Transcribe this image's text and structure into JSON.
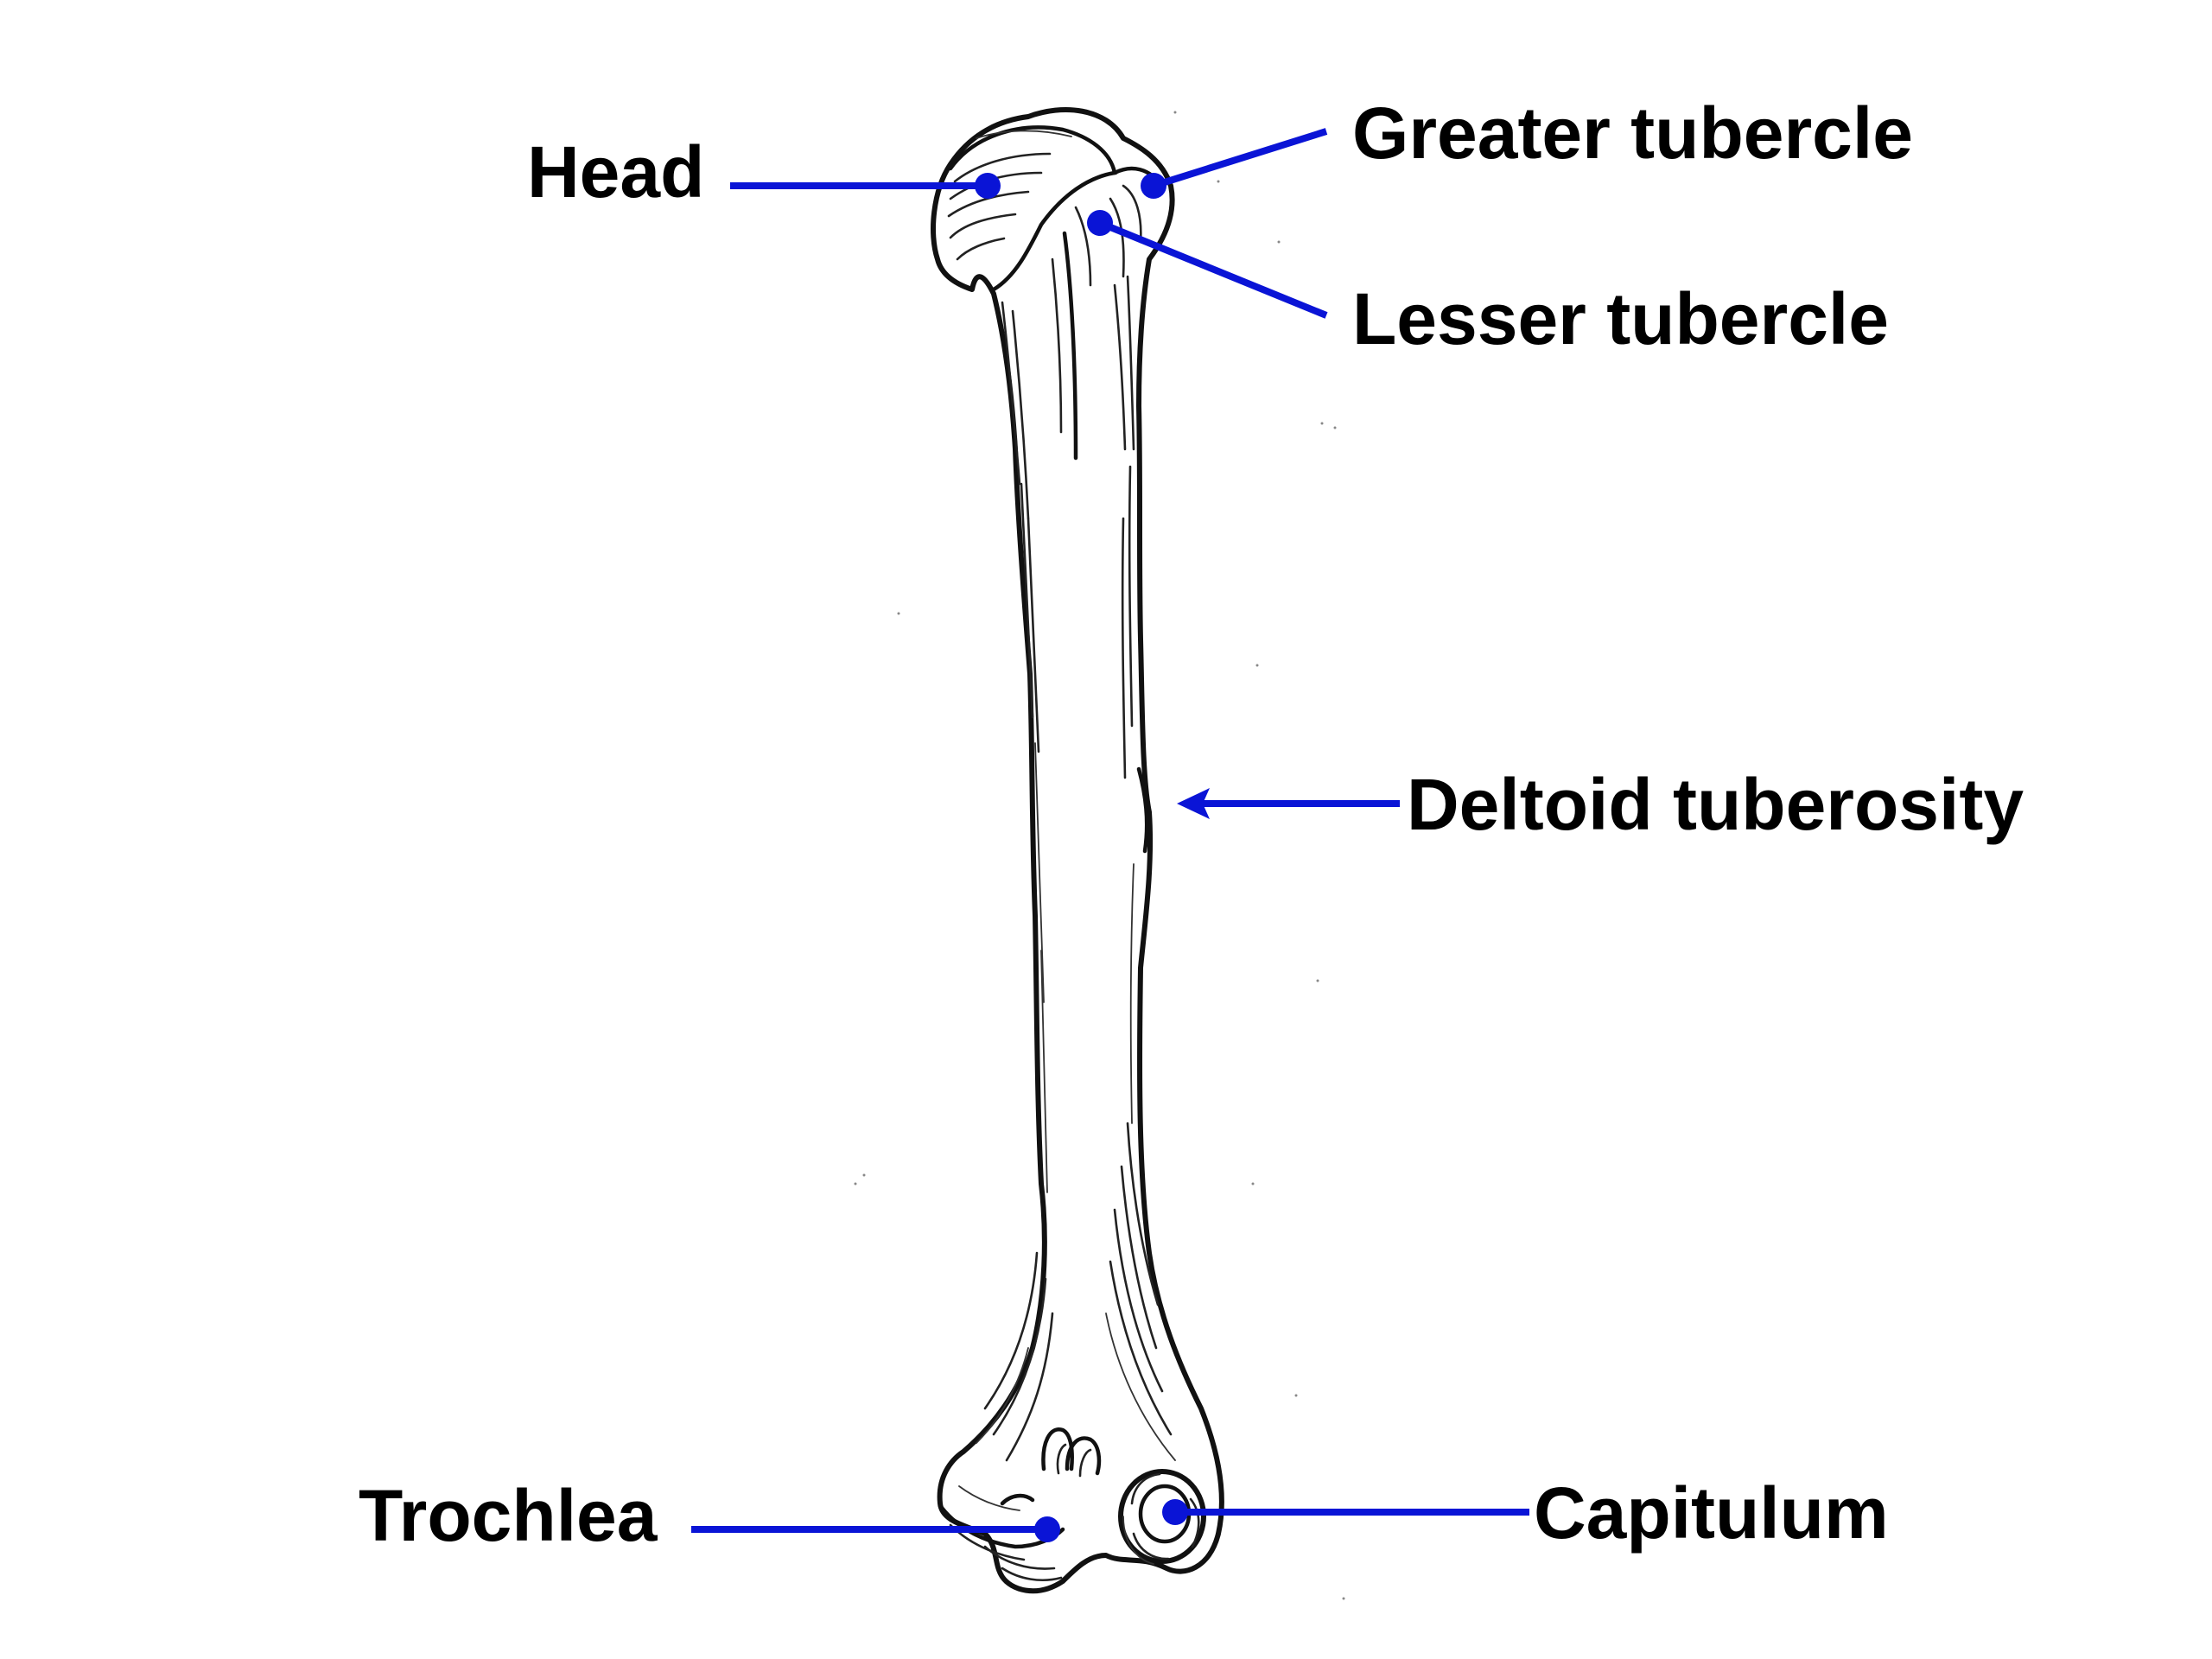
{
  "colors": {
    "background": "#ffffff",
    "leader_line": "#0a14d6",
    "label_text": "#000000",
    "bone_ink": "#111111"
  },
  "labels": {
    "head": "Head",
    "greater_tubercle": "Greater tubercle",
    "lesser_tubercle": "Lesser tubercle",
    "deltoid_tuberosity": "Deltoid tuberosity",
    "trochlea": "Trochlea",
    "capitulum": "Capitulum"
  }
}
